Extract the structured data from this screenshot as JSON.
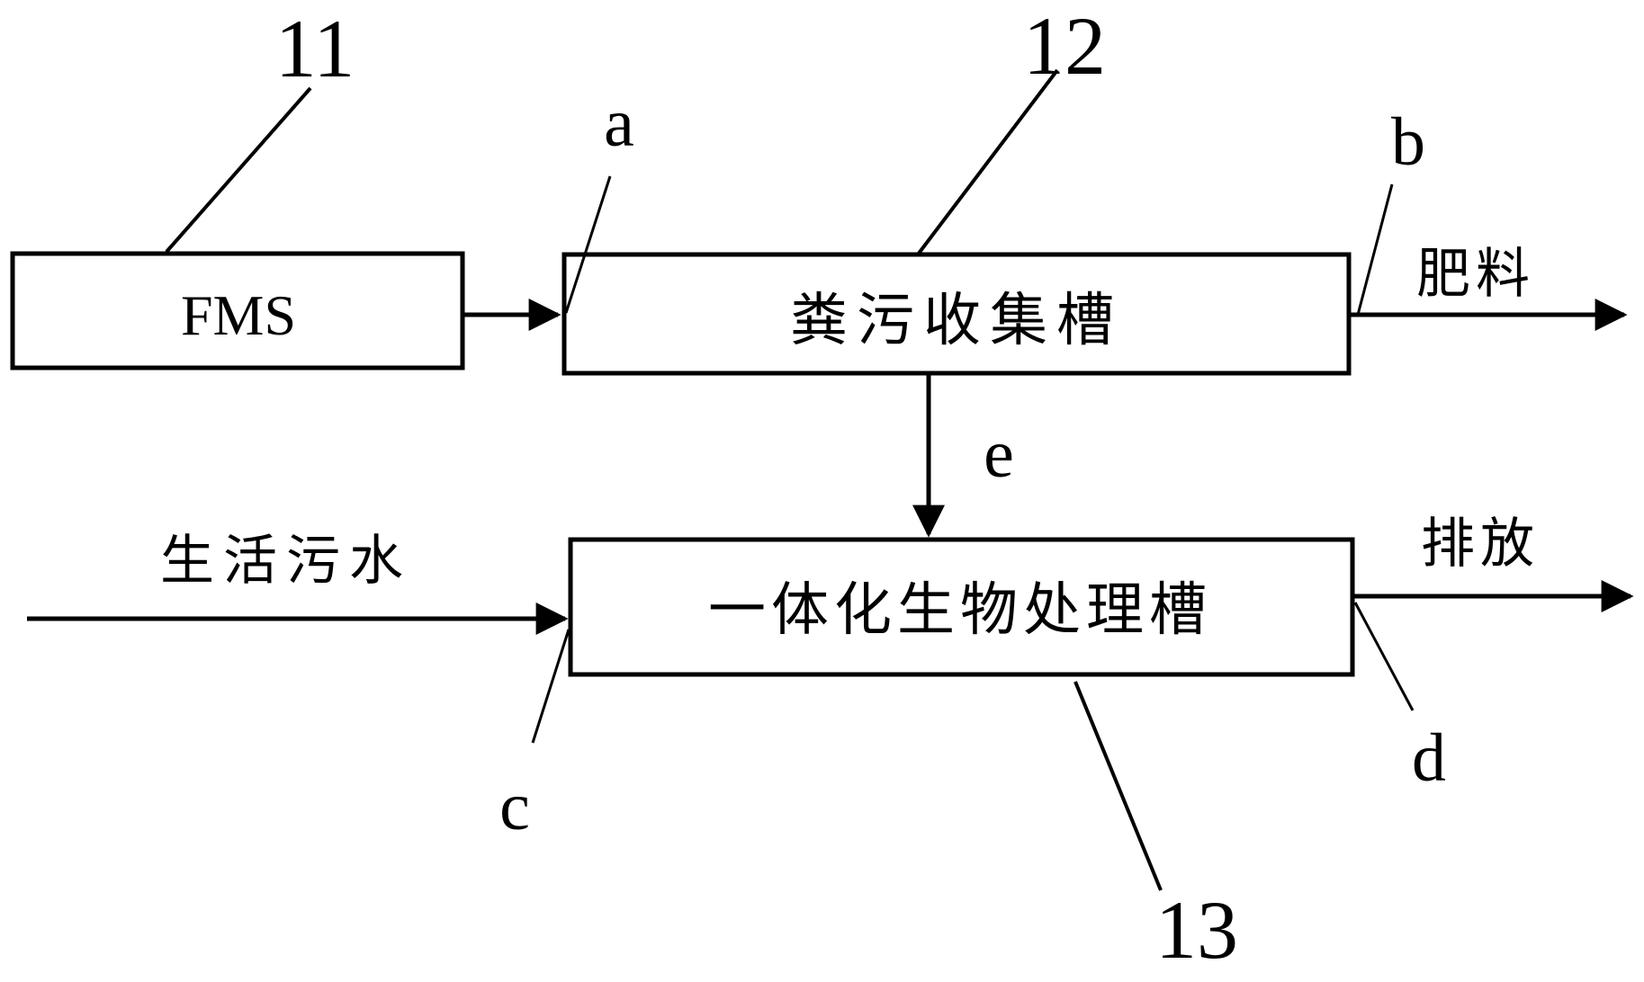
{
  "diagram": {
    "nodes": {
      "fms": {
        "label": "FMS",
        "ref": "11"
      },
      "collection_tank": {
        "label": "粪污收集槽",
        "ref": "12"
      },
      "bio_tank": {
        "label": "一体化生物处理槽",
        "ref": "13"
      }
    },
    "ports": {
      "a": "a",
      "b": "b",
      "c": "c",
      "d": "d",
      "e": "e"
    },
    "flows": {
      "fertilizer": "肥料",
      "domestic_sewage": "生活污水",
      "discharge": "排放"
    },
    "colors": {
      "ink": "#000000",
      "background": "#ffffff"
    }
  }
}
